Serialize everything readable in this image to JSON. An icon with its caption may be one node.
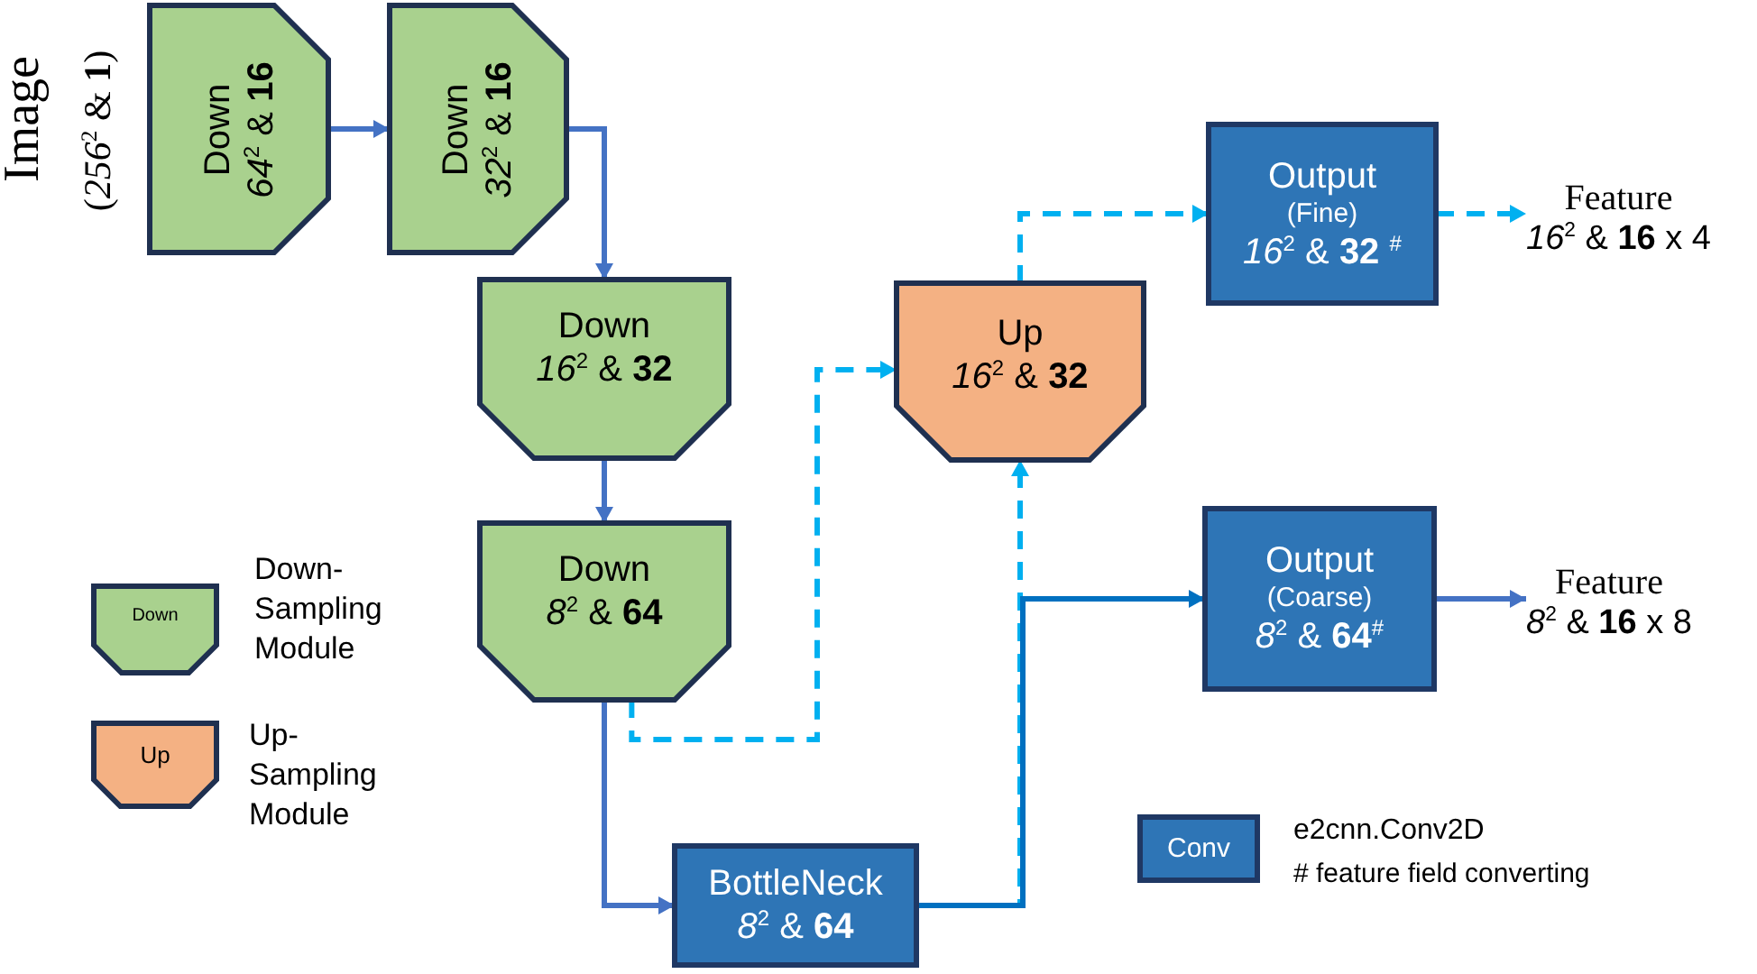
{
  "diagram": {
    "nodes": [
      {
        "text": [
          "Down",
          "*64*$^{2}$ & **16**"
        ]
      },
      {
        "text": [
          "Down",
          "*32*$^{2}$ & **16**"
        ]
      },
      {
        "text": [
          "Down",
          "*16*$^{2}$ & **32**"
        ]
      },
      {
        "text": [
          "Down",
          "*8*$^{2}$ & **64**"
        ]
      },
      {
        "text": [
          "Up",
          "*16*$^{2}$ & **32**"
        ]
      },
      {
        "text": [
          "Output",
          "(Fine)",
          "*16*$^{2}$ & **32** $^{#}$"
        ]
      },
      {
        "text": [
          "Output",
          "(Coarse)",
          "*8*$^{2}$ & **64**$^{#}$"
        ]
      },
      {
        "text": [
          "BottleNeck",
          "*8*$^{2}$ & **64**"
        ]
      },
      {
        "text": [
          "Feature",
          "*16*$^{2}$ & **16** x 4"
        ]
      },
      {
        "text": [
          "Feature",
          "*8*$^{2}$ & **16** x 8"
        ]
      },
      {
        "text": [
          "Down"
        ],
        "beside": [
          "Down- Sampling Module"
        ]
      },
      {
        "text": [
          "Up"
        ],
        "beside": [
          "Up- Sampling Module"
        ]
      },
      {
        "text": [
          "Conv"
        ],
        "beside": [
          "e2cnn.Conv2D",
          "# feature field converting"
        ]
      }
    ],
    "edges": [
      {
        "from": 0,
        "to": 1,
        "arrow": "to"
      },
      {
        "from": 1,
        "to": 2,
        "arrow": "to"
      },
      {
        "from": 2,
        "to": 3,
        "arrow": "to"
      },
      {
        "from": 3,
        "to": 7,
        "arrow": "to"
      },
      {
        "from": 3,
        "to": 4,
        "arrow": "to",
        "style": "dashed",
        "color": "#00b0f0"
      },
      {
        "from": 7,
        "to": 4,
        "arrow": "to",
        "style": "dashed",
        "color": "#00b0f0"
      },
      {
        "from": 7,
        "to": 6,
        "arrow": "to",
        "color": "#0070c0"
      },
      {
        "from": 4,
        "to": 5,
        "arrow": "to",
        "style": "dashed",
        "color": "#00b0f0"
      },
      {
        "from": 5,
        "to": 8,
        "arrow": "to",
        "style": "dashed",
        "color": "#00b0f0"
      },
      {
        "from": 6,
        "to": 9,
        "arrow": "to"
      }
    ],
    "labels": [
      "Image",
      "(*256*$^{2}$ & **1**)"
    ]
  }
}
